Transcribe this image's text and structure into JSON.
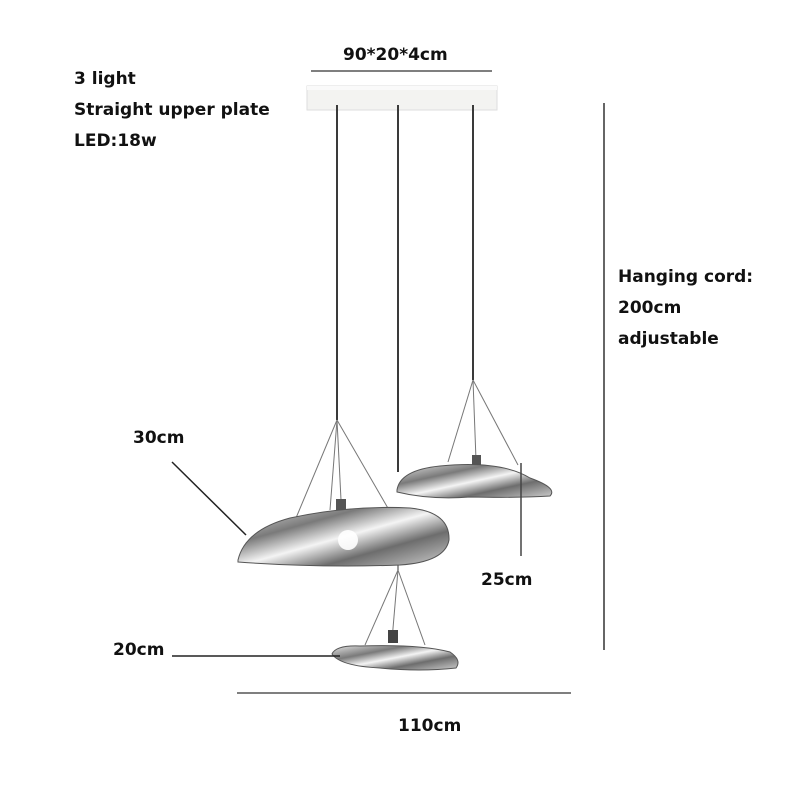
{
  "specs": {
    "lights": "3 light",
    "plate": "Straight upper plate",
    "power": "LED:18w"
  },
  "dimensions": {
    "canopy": "90*20*4cm",
    "cord_title": "Hanging cord:",
    "cord_length": "200cm",
    "cord_note": "adjustable",
    "shade_large": "30cm",
    "shade_medium": "25cm",
    "shade_small": "20cm",
    "total_width": "110cm"
  },
  "colors": {
    "background": "#ffffff",
    "text": "#111111",
    "dimension_line": "#333333",
    "canopy": "#f2f2f0",
    "cord": "#3a3a3a",
    "glass": "#9a9a9a"
  }
}
